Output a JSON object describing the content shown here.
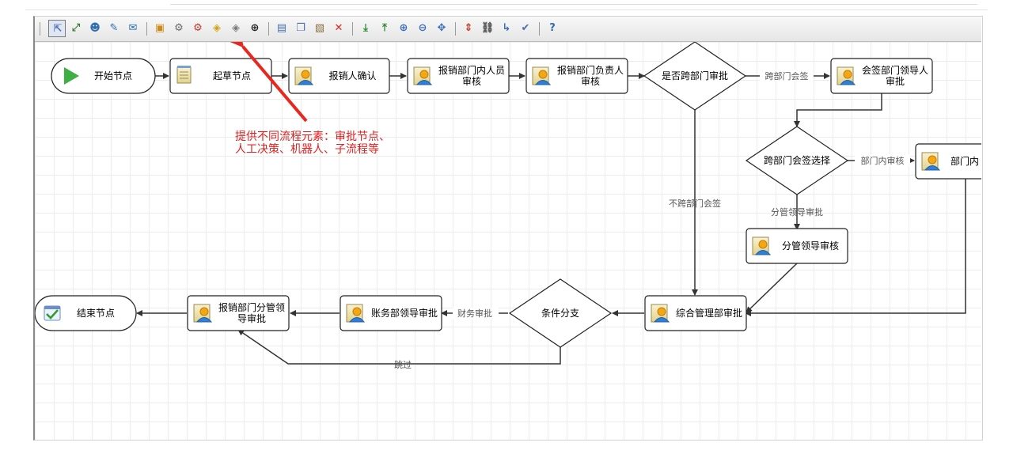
{
  "toolbar": {
    "buttons": [
      {
        "name": "select-pointer",
        "icon": "cursor-arrow-icon",
        "glyph": "⇱",
        "color": "#4a6fb3",
        "active": true
      },
      {
        "name": "connector",
        "icon": "connector-line-icon",
        "glyph": "⤢",
        "color": "#3c7a3c"
      },
      {
        "name": "human-task",
        "icon": "person-task-icon",
        "glyph": "☻",
        "color": "#2f6fb0"
      },
      {
        "name": "edit-task",
        "icon": "pencil-task-icon",
        "glyph": "✎",
        "color": "#2f6fb0"
      },
      {
        "name": "mail-task",
        "icon": "envelope-icon",
        "glyph": "✉",
        "color": "#2f6fb0"
      },
      {
        "name": "subprocess",
        "icon": "subprocess-icon",
        "glyph": "▣",
        "color": "#d08a14"
      },
      {
        "name": "robot",
        "icon": "gear-icon",
        "glyph": "⚙",
        "color": "#6a6a6a"
      },
      {
        "name": "robot-alt",
        "icon": "gear-lock-icon",
        "glyph": "⚙",
        "color": "#c0392b"
      },
      {
        "name": "decision",
        "icon": "diamond-icon",
        "glyph": "◈",
        "color": "#d4a017"
      },
      {
        "name": "decision-alt",
        "icon": "diamond-alt-icon",
        "glyph": "◈",
        "color": "#7a7a7a"
      },
      {
        "name": "add-node",
        "icon": "plus-circle-icon",
        "glyph": "⊕",
        "color": "#222222"
      },
      {
        "name": "properties",
        "icon": "document-icon",
        "glyph": "▤",
        "color": "#4a6fb3"
      },
      {
        "name": "copy",
        "icon": "copy-icon",
        "glyph": "❐",
        "color": "#4a6fb3"
      },
      {
        "name": "paste",
        "icon": "paste-icon",
        "glyph": "▧",
        "color": "#8a6d3b"
      },
      {
        "name": "delete",
        "icon": "delete-x-icon",
        "glyph": "✕",
        "color": "#e0261b"
      },
      {
        "name": "align-bottom",
        "icon": "arrow-down-icon",
        "glyph": "⤓",
        "color": "#2e8b2e"
      },
      {
        "name": "align-top",
        "icon": "arrow-up-icon",
        "glyph": "⤒",
        "color": "#2e8b2e"
      },
      {
        "name": "zoom-in",
        "icon": "zoom-in-icon",
        "glyph": "⊕",
        "color": "#3b6fbd"
      },
      {
        "name": "zoom-out",
        "icon": "zoom-out-icon",
        "glyph": "⊖",
        "color": "#3b6fbd"
      },
      {
        "name": "fit",
        "icon": "fit-view-icon",
        "glyph": "✥",
        "color": "#3b6fbd"
      },
      {
        "name": "distribute",
        "icon": "distribute-icon",
        "glyph": "⇕",
        "color": "#c0392b"
      },
      {
        "name": "link",
        "icon": "chain-link-icon",
        "glyph": "⛓",
        "color": "#555555"
      },
      {
        "name": "route",
        "icon": "route-arrow-icon",
        "glyph": "↳",
        "color": "#3b6fbd"
      },
      {
        "name": "validate",
        "icon": "checklist-icon",
        "glyph": "✔",
        "color": "#4a6fb3"
      },
      {
        "name": "help",
        "icon": "help-icon",
        "glyph": "?",
        "color": "#2f6fb0"
      }
    ]
  },
  "annotation": {
    "line1": "提供不同流程元素：审批节点、",
    "line2": "人工决策、机器人、子流程等",
    "color": "#e02020"
  },
  "nodes": {
    "start": "开始节点",
    "draft": "起草节点",
    "claimant_confirm": "报销人确认",
    "dept_staff_review": [
      "报销部门内人员",
      "审核"
    ],
    "dept_head_review": [
      "报销部门负责人",
      "审核"
    ],
    "cross_dept_decision": "是否跨部门审批",
    "countersign_leader": [
      "会签部门领导人",
      "审批"
    ],
    "countersign_select": "跨部门会签选择",
    "dept_inner": "部门内",
    "supervisor_approve": "分管领导审核",
    "admin_approve": "综合管理部审批",
    "branch": "条件分支",
    "finance_leader": "账务部领导审批",
    "dept_supervisor": [
      "报销部门分管领",
      "导审批"
    ],
    "end": "结束节点"
  },
  "edges": {
    "cross_dept_sign": "跨部门会签",
    "in_dept_review": "部门内审核",
    "no_cross_dept": "不跨部门会签",
    "supervisor_approval": "分管领导审批",
    "finance_approval": "财务审批",
    "skip": "跳过"
  }
}
